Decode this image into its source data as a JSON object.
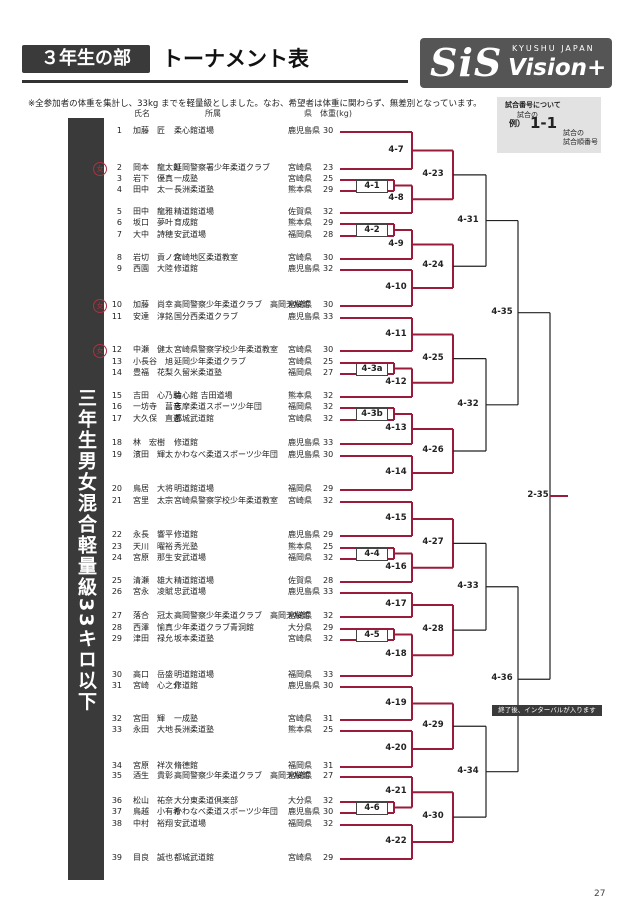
{
  "header": {
    "section_label": "３年生の部",
    "title": "トーナメント表",
    "logo": {
      "main": "SiS",
      "tagline": "KYUSHU JAPAN",
      "sub": "Vision+"
    }
  },
  "note": "※全参加者の体重を集計し、33kg までを軽量級としました。なお、希望者は体重に関わらず、無差別となっています。",
  "legend": {
    "title": "試合番号について",
    "round_label": "試合の",
    "example_prefix": "例）",
    "example_code": "1-1",
    "match_label_1": "試合の",
    "match_label_2": "試合順番号"
  },
  "division": "三年生男女混合軽量級33キロ以下",
  "columns": {
    "name": "氏名",
    "club": "所属",
    "pref_weight": "県　体重(kg)"
  },
  "female_mark": "女",
  "colors": {
    "bracket_red": "#9a1c3a",
    "bracket_black": "#222222",
    "dark": "#3a3a3a"
  },
  "entries": [
    {
      "no": "1",
      "name": "加藤　匠",
      "club": "柔心館道場",
      "pref": "鹿児島県",
      "weight": "30",
      "female": false
    },
    {
      "no": "2",
      "name": "岡本　龍太郎",
      "club": "延岡警察署少年柔道クラブ",
      "pref": "宮崎県",
      "weight": "23",
      "female": true
    },
    {
      "no": "3",
      "name": "岩下　優真",
      "club": "一成塾",
      "pref": "宮崎県",
      "weight": "25",
      "female": false
    },
    {
      "no": "4",
      "name": "田中　太一",
      "club": "長洲柔道塾",
      "pref": "熊本県",
      "weight": "29",
      "female": false
    },
    {
      "no": "5",
      "name": "田中　龍雅",
      "club": "精道館道場",
      "pref": "佐賀県",
      "weight": "32",
      "female": false
    },
    {
      "no": "6",
      "name": "坂口　夢叶",
      "club": "育成館",
      "pref": "熊本県",
      "weight": "29",
      "female": false
    },
    {
      "no": "7",
      "name": "大中　詩穂",
      "club": "安武道場",
      "pref": "福岡県",
      "weight": "28",
      "female": false
    },
    {
      "no": "8",
      "name": "岩切　貢ノ介",
      "club": "宮崎地区柔道教室",
      "pref": "宮崎県",
      "weight": "30",
      "female": false
    },
    {
      "no": "9",
      "name": "西園　大陸",
      "club": "修道館",
      "pref": "鹿児島県",
      "weight": "32",
      "female": false
    },
    {
      "no": "10",
      "name": "加藤　尚幸",
      "club": "高岡警察少年柔道クラブ　高岡天桜館",
      "pref": "宮崎県",
      "weight": "30",
      "female": true
    },
    {
      "no": "11",
      "name": "安達　淳銘",
      "club": "国分西柔道クラブ",
      "pref": "鹿児島県",
      "weight": "33",
      "female": false
    },
    {
      "no": "12",
      "name": "中瀬　健太",
      "club": "宮崎県警察学校少年柔道教室",
      "pref": "宮崎県",
      "weight": "30",
      "female": true
    },
    {
      "no": "13",
      "name": "小長谷　旭",
      "club": "延岡少年柔道クラブ",
      "pref": "宮崎県",
      "weight": "25",
      "female": false
    },
    {
      "no": "14",
      "name": "豊福　花梨",
      "club": "久留米柔道塾",
      "pref": "福岡県",
      "weight": "27",
      "female": false
    },
    {
      "no": "15",
      "name": "吉田　心乃助",
      "club": "倫心館 吉田道場",
      "pref": "熊本県",
      "weight": "32",
      "female": false
    },
    {
      "no": "16",
      "name": "一坊寺　菖音",
      "club": "志摩柔道スポーツ少年団",
      "pref": "福岡県",
      "weight": "32",
      "female": false
    },
    {
      "no": "17",
      "name": "大久保　直透",
      "club": "都城武道館",
      "pref": "宮崎県",
      "weight": "32",
      "female": false
    },
    {
      "no": "18",
      "name": "林　宏樹",
      "club": "修道館",
      "pref": "鹿児島県",
      "weight": "33",
      "female": false
    },
    {
      "no": "19",
      "name": "濱田　輝太",
      "club": "かわなべ柔道スポーツ少年団",
      "pref": "鹿児島県",
      "weight": "30",
      "female": false
    },
    {
      "no": "20",
      "name": "鳥居　大将",
      "club": "明道館道場",
      "pref": "福岡県",
      "weight": "29",
      "female": false
    },
    {
      "no": "21",
      "name": "宮里　太宗",
      "club": "宮崎県警察学校少年柔道教室",
      "pref": "宮崎県",
      "weight": "32",
      "female": false
    },
    {
      "no": "22",
      "name": "永長　響平",
      "club": "修道館",
      "pref": "鹿児島県",
      "weight": "29",
      "female": false
    },
    {
      "no": "23",
      "name": "天川　曜裕",
      "club": "秀光塾",
      "pref": "熊本県",
      "weight": "25",
      "female": false
    },
    {
      "no": "24",
      "name": "宮原　那生",
      "club": "安武道場",
      "pref": "福岡県",
      "weight": "32",
      "female": false
    },
    {
      "no": "25",
      "name": "清瀬　雄大",
      "club": "精道館道場",
      "pref": "佐賀県",
      "weight": "28",
      "female": false
    },
    {
      "no": "26",
      "name": "宮永　凌賦",
      "club": "忠武道場",
      "pref": "鹿児島県",
      "weight": "33",
      "female": false
    },
    {
      "no": "27",
      "name": "落合　冠太",
      "club": "高岡警察少年柔道クラブ　高岡天桜館",
      "pref": "宮崎県",
      "weight": "32",
      "female": false
    },
    {
      "no": "28",
      "name": "西澤　愉真",
      "club": "少年柔道クラブ青洞館",
      "pref": "大分県",
      "weight": "29",
      "female": false
    },
    {
      "no": "29",
      "name": "津田　禄允",
      "club": "坂本柔道塾",
      "pref": "宮崎県",
      "weight": "32",
      "female": false
    },
    {
      "no": "30",
      "name": "高口　岳盛",
      "club": "明道館道場",
      "pref": "福岡県",
      "weight": "33",
      "female": false
    },
    {
      "no": "31",
      "name": "宮崎　心之介",
      "club": "修道館",
      "pref": "鹿児島県",
      "weight": "30",
      "female": false
    },
    {
      "no": "32",
      "name": "宮田　輝",
      "club": "一成塾",
      "pref": "宮崎県",
      "weight": "31",
      "female": false
    },
    {
      "no": "33",
      "name": "永田　大地",
      "club": "長洲柔道塾",
      "pref": "熊本県",
      "weight": "25",
      "female": false
    },
    {
      "no": "34",
      "name": "宮原　祥次",
      "club": "脩德館",
      "pref": "福岡県",
      "weight": "31",
      "female": false
    },
    {
      "no": "35",
      "name": "酒生　貴彰",
      "club": "高岡警察少年柔道クラブ　高岡天桜館",
      "pref": "宮崎県",
      "weight": "27",
      "female": false
    },
    {
      "no": "36",
      "name": "松山　祐奈",
      "club": "大分東柔道倶楽部",
      "pref": "大分県",
      "weight": "32",
      "female": false
    },
    {
      "no": "37",
      "name": "鳥越　小有希",
      "club": "かわなべ柔道スポーツ少年団",
      "pref": "鹿児島県",
      "weight": "30",
      "female": false
    },
    {
      "no": "38",
      "name": "中村　裕翔",
      "club": "安武道場",
      "pref": "福岡県",
      "weight": "32",
      "female": false
    },
    {
      "no": "39",
      "name": "目良　誠也",
      "club": "都城武道館",
      "pref": "宮崎県",
      "weight": "29",
      "female": false
    }
  ],
  "matches": {
    "r1": [
      "4-1",
      "4-2",
      "4-3a",
      "4-3b",
      "4-4",
      "4-5",
      "4-6"
    ],
    "r2": [
      "4-7",
      "4-8",
      "4-9",
      "4-10",
      "4-11",
      "4-12",
      "4-13",
      "4-14",
      "4-15",
      "4-16",
      "4-17",
      "4-18",
      "4-19",
      "4-20",
      "4-21",
      "4-22"
    ],
    "r3": [
      "4-23",
      "4-24",
      "4-25",
      "4-26",
      "4-27",
      "4-28",
      "4-29",
      "4-30"
    ],
    "r4": [
      "4-31",
      "4-32",
      "4-33",
      "4-34"
    ],
    "r5": [
      "4-35",
      "4-36"
    ],
    "final": "2-35"
  },
  "end_note": "終了後、インターバルが入ります",
  "page_number": "27"
}
